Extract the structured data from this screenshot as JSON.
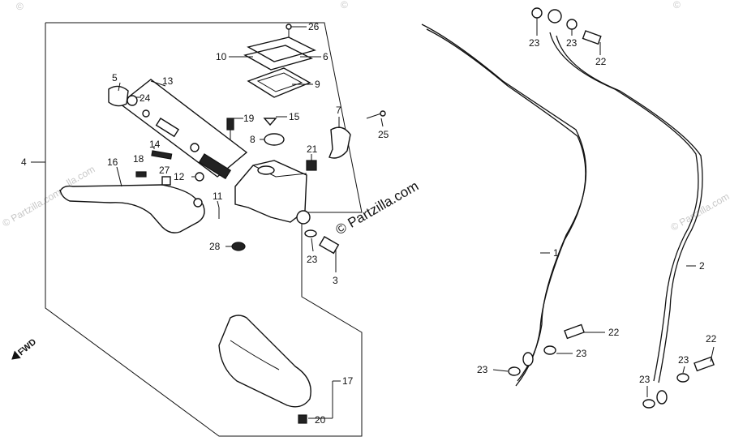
{
  "diagram": {
    "watermark": "© Partzilla.com",
    "direction_label": "FWD",
    "callouts": [
      {
        "id": "c26",
        "text": "26"
      },
      {
        "id": "c10",
        "text": "10"
      },
      {
        "id": "c6",
        "text": "6"
      },
      {
        "id": "c9",
        "text": "9"
      },
      {
        "id": "c13",
        "text": "13"
      },
      {
        "id": "c5",
        "text": "5"
      },
      {
        "id": "c24",
        "text": "24"
      },
      {
        "id": "c19",
        "text": "19"
      },
      {
        "id": "c15",
        "text": "15"
      },
      {
        "id": "c7",
        "text": "7"
      },
      {
        "id": "c25",
        "text": "25"
      },
      {
        "id": "c8",
        "text": "8"
      },
      {
        "id": "c21",
        "text": "21"
      },
      {
        "id": "c4",
        "text": "4"
      },
      {
        "id": "c16",
        "text": "16"
      },
      {
        "id": "c14",
        "text": "14"
      },
      {
        "id": "c18",
        "text": "18"
      },
      {
        "id": "c27",
        "text": "27"
      },
      {
        "id": "c12",
        "text": "12"
      },
      {
        "id": "c11",
        "text": "11"
      },
      {
        "id": "c28",
        "text": "28"
      },
      {
        "id": "c23a",
        "text": "23"
      },
      {
        "id": "c3",
        "text": "3"
      },
      {
        "id": "c17",
        "text": "17"
      },
      {
        "id": "c20",
        "text": "20"
      },
      {
        "id": "c1",
        "text": "1"
      },
      {
        "id": "c22a",
        "text": "22"
      },
      {
        "id": "c23b",
        "text": "23"
      },
      {
        "id": "c23c",
        "text": "23"
      },
      {
        "id": "c23d",
        "text": "23"
      },
      {
        "id": "c23e",
        "text": "23"
      },
      {
        "id": "c22b",
        "text": "22"
      },
      {
        "id": "c2",
        "text": "2"
      },
      {
        "id": "c22c",
        "text": "22"
      },
      {
        "id": "c23f",
        "text": "23"
      },
      {
        "id": "c23g",
        "text": "23"
      }
    ]
  }
}
